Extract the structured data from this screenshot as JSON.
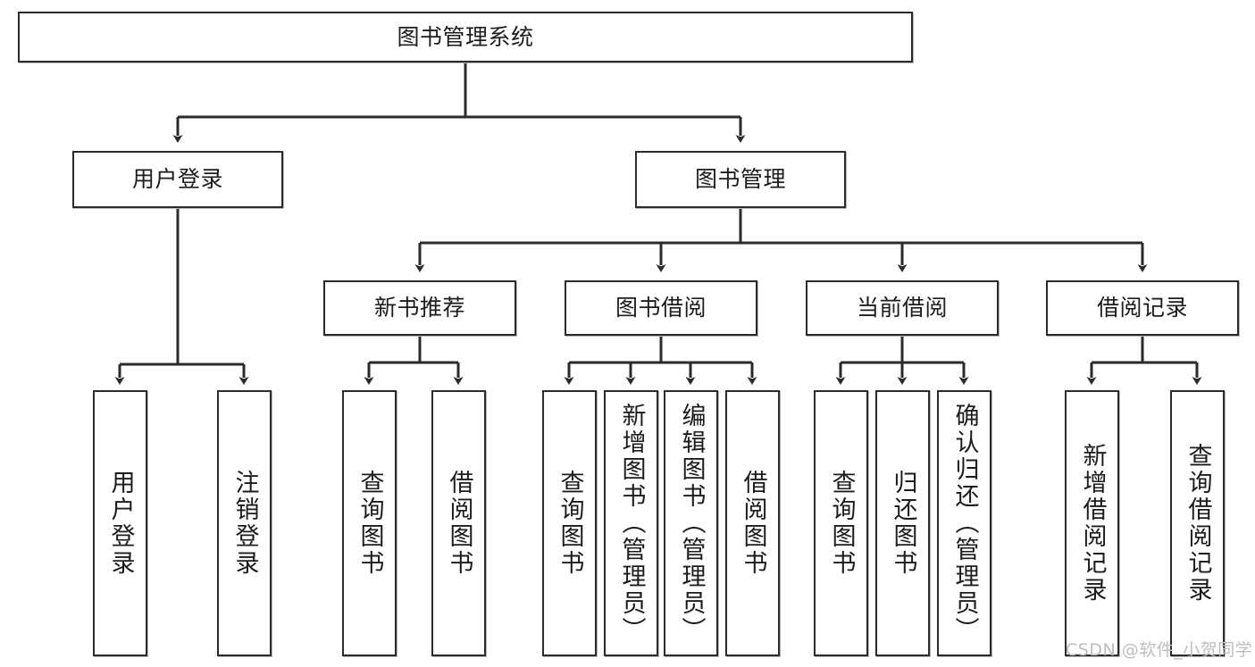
{
  "diagram": {
    "title": "图书管理系统",
    "watermark": "CSDN @软件_小贺同学",
    "colors": {
      "box_border": "#2b2b2b",
      "box_fill": "#ffffff",
      "edge": "#2b2b2b",
      "watermark": "#bdbdbd",
      "background": "#ffffff"
    },
    "levels": {
      "root": "图书管理系统",
      "level2": [
        "用户登录",
        "图书管理"
      ],
      "level3": [
        "新书推荐",
        "图书借阅",
        "当前借阅",
        "借阅记录"
      ]
    },
    "nodes": {
      "root": {
        "label": "图书管理系统"
      },
      "user_login": {
        "label": "用户登录"
      },
      "book_manage": {
        "label": "图书管理"
      },
      "new_book_rec": {
        "label": "新书推荐"
      },
      "book_borrow": {
        "label": "图书借阅"
      },
      "current_borrow": {
        "label": "当前借阅"
      },
      "borrow_record": {
        "label": "借阅记录"
      },
      "leaf_user_login": {
        "label": "用户登录"
      },
      "leaf_logout": {
        "label": "注销登录"
      },
      "leaf_query_book_a": {
        "label": "查询图书"
      },
      "leaf_borrow_book_a": {
        "label": "借阅图书"
      },
      "leaf_query_book_b": {
        "label": "查询图书"
      },
      "leaf_add_book": {
        "label": "新增图书（管理员）"
      },
      "leaf_edit_book": {
        "label": "编辑图书（管理员）"
      },
      "leaf_borrow_book_b": {
        "label": "借阅图书"
      },
      "leaf_query_book_c": {
        "label": "查询图书"
      },
      "leaf_return_book": {
        "label": "归还图书"
      },
      "leaf_confirm_return": {
        "label": "确认归还（管理员）"
      },
      "leaf_add_record": {
        "label": "新增借阅记录"
      },
      "leaf_query_record": {
        "label": "查询借阅记录"
      }
    }
  }
}
